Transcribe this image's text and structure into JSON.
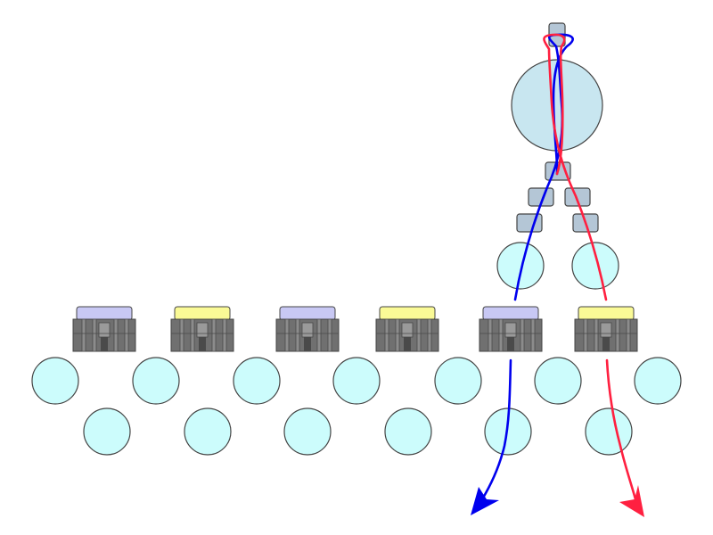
{
  "diagram": {
    "colors": {
      "background": "#ffffff",
      "circle_fill": "#ccfcfc",
      "top_circle_fill": "#c8e6f0",
      "stroke": "#444444",
      "connector_fill": "#b4c6d6",
      "chest_body": "#707070",
      "chest_dark": "#4a4a4a",
      "lid_lavender": "#c8c8f4",
      "lid_yellow": "#fafa96",
      "path_blue": "#0000ee",
      "path_red": "#ff2040"
    },
    "chests": [
      {
        "lid": "lavender"
      },
      {
        "lid": "yellow"
      },
      {
        "lid": "lavender"
      },
      {
        "lid": "yellow"
      },
      {
        "lid": "lavender"
      },
      {
        "lid": "yellow"
      }
    ],
    "paths": [
      {
        "name": "blue-path",
        "color": "blue",
        "arrow": "down-left"
      },
      {
        "name": "red-path",
        "color": "red",
        "arrow": "down-right"
      }
    ],
    "icons": {
      "chest": "treasure-chest-icon",
      "sphere": "sphere-icon",
      "connector": "connector-block-icon"
    }
  }
}
